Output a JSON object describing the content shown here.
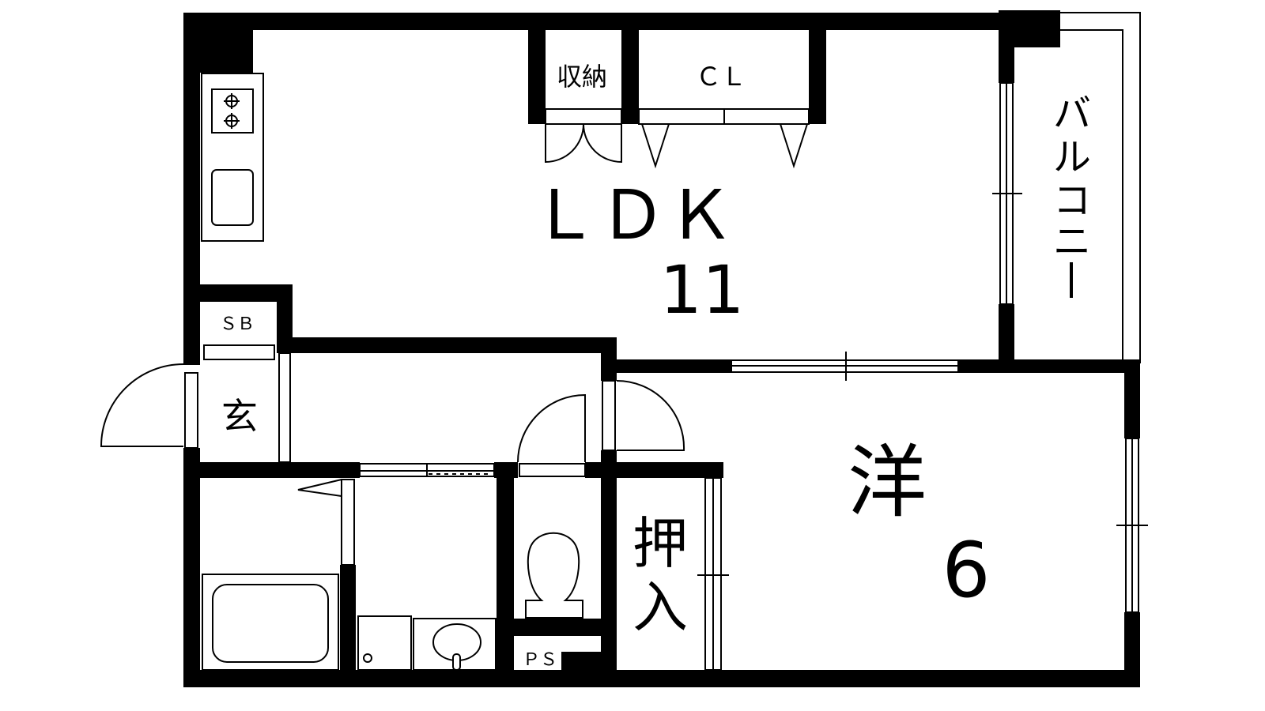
{
  "rooms": {
    "ldk_label": "ＬＤＫ",
    "ldk_size": "11",
    "western_label": "洋",
    "western_size": "6",
    "oshiire_top": "押",
    "oshiire_bottom": "入",
    "entrance": "玄",
    "storage": "収納",
    "closet": "ＣＬ",
    "shoe_box": "ＳＢ",
    "pipe_space": "ＰＳ",
    "balcony": [
      "バ",
      "ル",
      "コ",
      "ニ",
      "ー"
    ]
  },
  "colors": {
    "wall": "#000000",
    "background": "#ffffff"
  }
}
